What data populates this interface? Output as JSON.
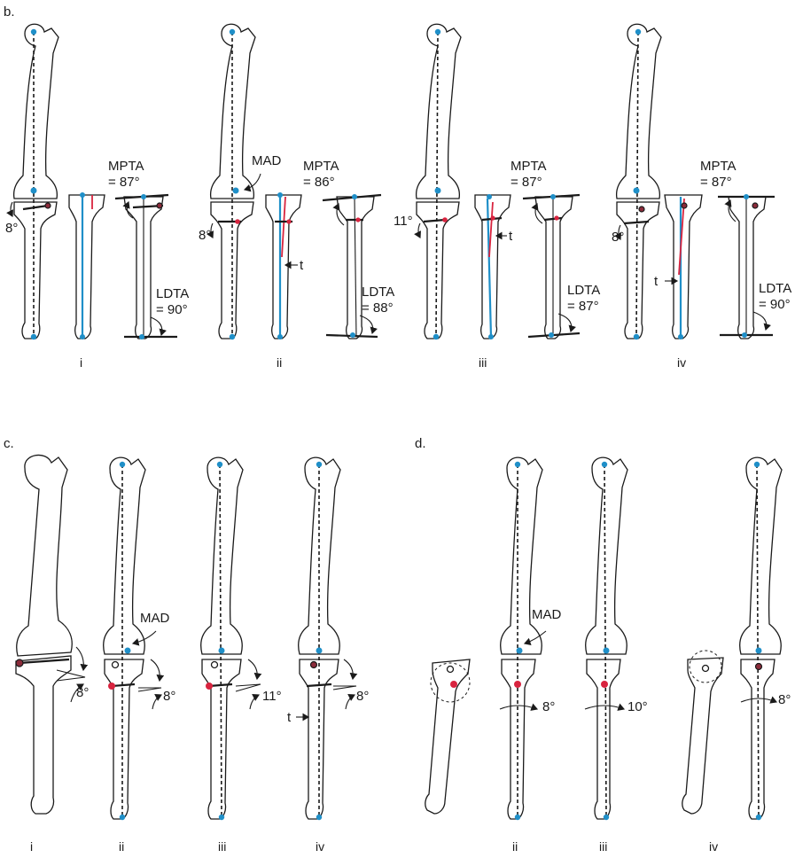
{
  "sections": {
    "b": "b.",
    "c": "c.",
    "d": "d."
  },
  "b": {
    "panels": [
      {
        "roman": "i",
        "mpta_label": "MPTA",
        "mpta_value": "= 87°",
        "ldta_label": "LDTA",
        "ldta_value": "= 90°",
        "varus": "8°"
      },
      {
        "roman": "ii",
        "mpta_label": "MPTA",
        "mpta_value": "= 86°",
        "ldta_label": "LDTA",
        "ldta_value": "= 88°",
        "varus": "8°",
        "mad": "MAD",
        "t": "t"
      },
      {
        "roman": "iii",
        "mpta_label": "MPTA",
        "mpta_value": "= 87°",
        "ldta_label": "LDTA",
        "ldta_value": "= 87°",
        "varus": "11°",
        "t": "t"
      },
      {
        "roman": "iv",
        "mpta_label": "MPTA",
        "mpta_value": "= 87°",
        "ldta_label": "LDTA",
        "ldta_value": "= 90°",
        "varus": "8°",
        "t": "t"
      }
    ]
  },
  "c": {
    "panels": [
      {
        "roman": "i",
        "angle": "8°"
      },
      {
        "roman": "ii",
        "angle": "8°",
        "mad": "MAD"
      },
      {
        "roman": "iii",
        "angle": "11°"
      },
      {
        "roman": "iv",
        "angle": "8°",
        "t": "t"
      }
    ]
  },
  "d": {
    "panels": [
      {
        "roman": ""
      },
      {
        "roman": "ii",
        "angle": "8°",
        "mad": "MAD"
      },
      {
        "roman": "iii",
        "angle": "10°"
      },
      {
        "roman": "iv",
        "angle": "8°"
      }
    ]
  },
  "colors": {
    "mechanical_axis": "#1f8fc8",
    "proximal_axis": "#d8243f",
    "dark_marker": "#8b2b3a"
  }
}
